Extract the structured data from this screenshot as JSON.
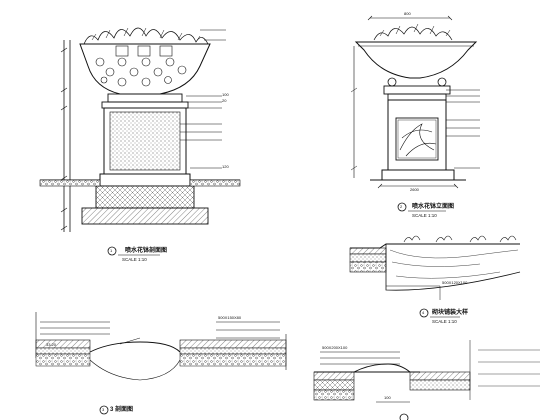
{
  "sheet": {
    "section_view": {
      "title": "喷水花钵剖面图",
      "scale": "SCALE 1:10",
      "marker": "1"
    },
    "front_view": {
      "title": "喷水花钵立面图",
      "scale": "SCALE 1:10",
      "marker": "2",
      "top_dim": "800",
      "bottom_dim": "2600"
    },
    "detail_3": {
      "title": "3 剖面图",
      "marker": "3",
      "callout_1": "500X150X80",
      "dim_left": "33.20"
    },
    "detail_4": {
      "title": "砌块铺装大样",
      "marker": "4",
      "scale": "SCALE 1:10",
      "callout": "500X120X100"
    },
    "detail_5": {
      "callout": "500X200X100",
      "dim_bottom": "100"
    },
    "notes_visible": [
      "100",
      "20",
      "120"
    ]
  }
}
